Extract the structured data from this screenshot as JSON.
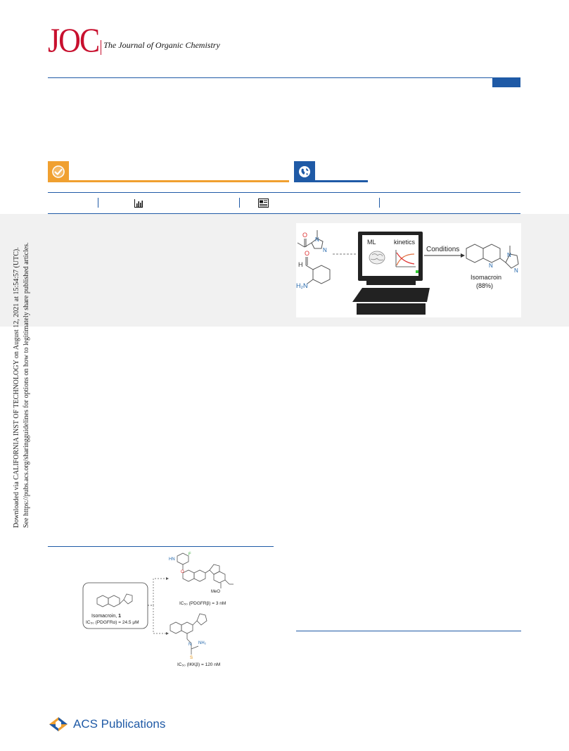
{
  "header": {
    "journal_abbrev": "JOC",
    "journal_title": "The Journal of Organic Chemistry"
  },
  "badges": {
    "editors_choice_icon": "checkmark-icon",
    "open_access_icon": "globe-icon",
    "editors_choice_color": "#f0a030",
    "open_access_color": "#1f5aa6"
  },
  "metrics_bar": {
    "icons": [
      "bar-chart-icon",
      "article-icon"
    ]
  },
  "side_note": {
    "line1": "Downloaded via CALIFORNIA INST OF TECHNOLOGY on August 12, 2021 at 15:54:57 (UTC).",
    "line2": "See https://pubs.acs.org/sharingguidelines for options on how to legitimately share published articles."
  },
  "toc_graphic": {
    "ml_label": "ML",
    "kinetics_label": "kinetics",
    "conditions_label": "Conditions",
    "product_name": "Isomacroin",
    "product_yield": "(88%)",
    "amine_label": "H₂N",
    "aldehyde_label": "H",
    "carbonyl_o": "O",
    "imid_n1": "N",
    "imid_n2": "N",
    "prod_n1": "N",
    "prod_n2": "N",
    "prod_n3": "N"
  },
  "figure1": {
    "compound_name": "Isomacroin, ",
    "compound_number": "1",
    "compound_ic50": "IC₅₀ (PDGFRα) = 24.5 µM",
    "top_ic50": "IC₅₀ (PDGFRβ) = 3 nM",
    "bottom_ic50": "IC₅₀ (IKKβ) = 120 nM",
    "hn_label": "HN",
    "f_label": "F",
    "o_label": "O",
    "meo_label": "MeO",
    "nh2_label": "NH₂",
    "s_label": "S",
    "n_label": "N",
    "hn2_label": "N"
  },
  "footer": {
    "publisher": "ACS Publications"
  }
}
